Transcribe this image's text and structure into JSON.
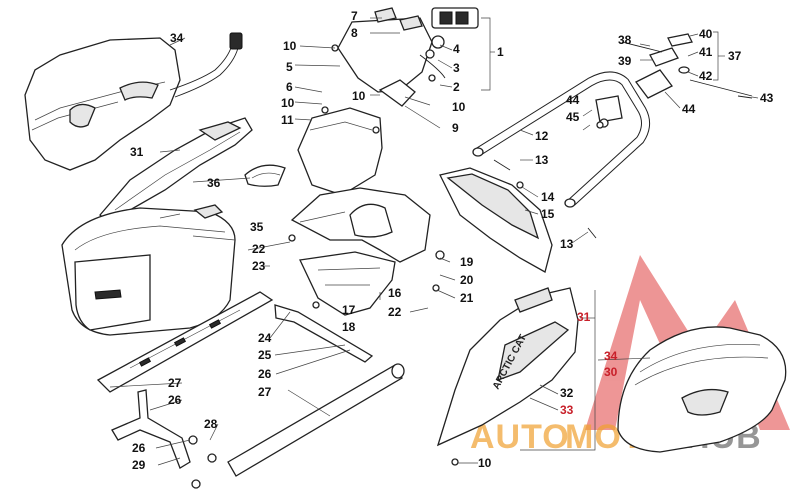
{
  "labels": {
    "n1": "1",
    "n2": "2",
    "n3": "3",
    "n4": "4",
    "n5": "5",
    "n6": "6",
    "n7": "7",
    "n8": "8",
    "n9": "9",
    "n10a": "10",
    "n10b": "10",
    "n10c": "10",
    "n10d": "10",
    "n10e": "10",
    "n11": "11",
    "n12": "12",
    "n13a": "13",
    "n13b": "13",
    "n14": "14",
    "n15": "15",
    "n16": "16",
    "n17": "17",
    "n18": "18",
    "n19": "19",
    "n20": "20",
    "n21": "21",
    "n22a": "22",
    "n22b": "22",
    "n23": "23",
    "n24": "24",
    "n25": "25",
    "n26a": "26",
    "n26b": "26",
    "n26c": "26",
    "n27a": "27",
    "n27b": "27",
    "n28": "28",
    "n29": "29",
    "n30": "30",
    "n31a": "31",
    "n31b": "31",
    "n32": "32",
    "n33": "33",
    "n34a": "34",
    "n34b": "34",
    "n35": "35",
    "n36": "36",
    "n37": "37",
    "n38": "38",
    "n39": "39",
    "n40": "40",
    "n41": "41",
    "n42": "42",
    "n43": "43",
    "n44a": "44",
    "n44b": "44",
    "n45": "45"
  },
  "decal_text": "ARCTIC CAT",
  "watermark": {
    "text_a": "AUTO",
    "text_b": "MOTO",
    "text_c": "HUB",
    "color_red": "#e0403f",
    "color_orange": "#f0a030",
    "color_grey": "#6a6a6a"
  }
}
